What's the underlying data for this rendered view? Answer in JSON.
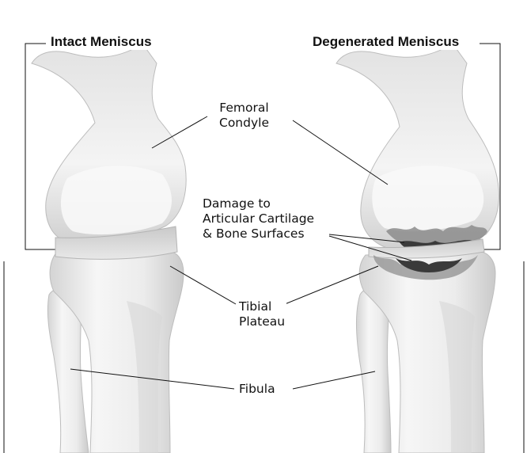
{
  "panels": {
    "left_title": "Intact Meniscus",
    "right_title": "Degenerated Meniscus"
  },
  "labels": {
    "femoral_condyle": [
      "Femoral",
      "Condyle"
    ],
    "damage": [
      "Damage to",
      "Articular Cartilage",
      "& Bone Surfaces"
    ],
    "tibial_plateau": [
      "Tibial",
      "Plateau"
    ],
    "fibula": "Fibula"
  },
  "colors": {
    "bone_fill": "#ececec",
    "bone_shade": "#cfcfcf",
    "meniscus": "#d9d9d9",
    "damage_dark": "#3c3c3c",
    "damage_mid": "#8a8a8a",
    "leader_line": "#111111"
  }
}
